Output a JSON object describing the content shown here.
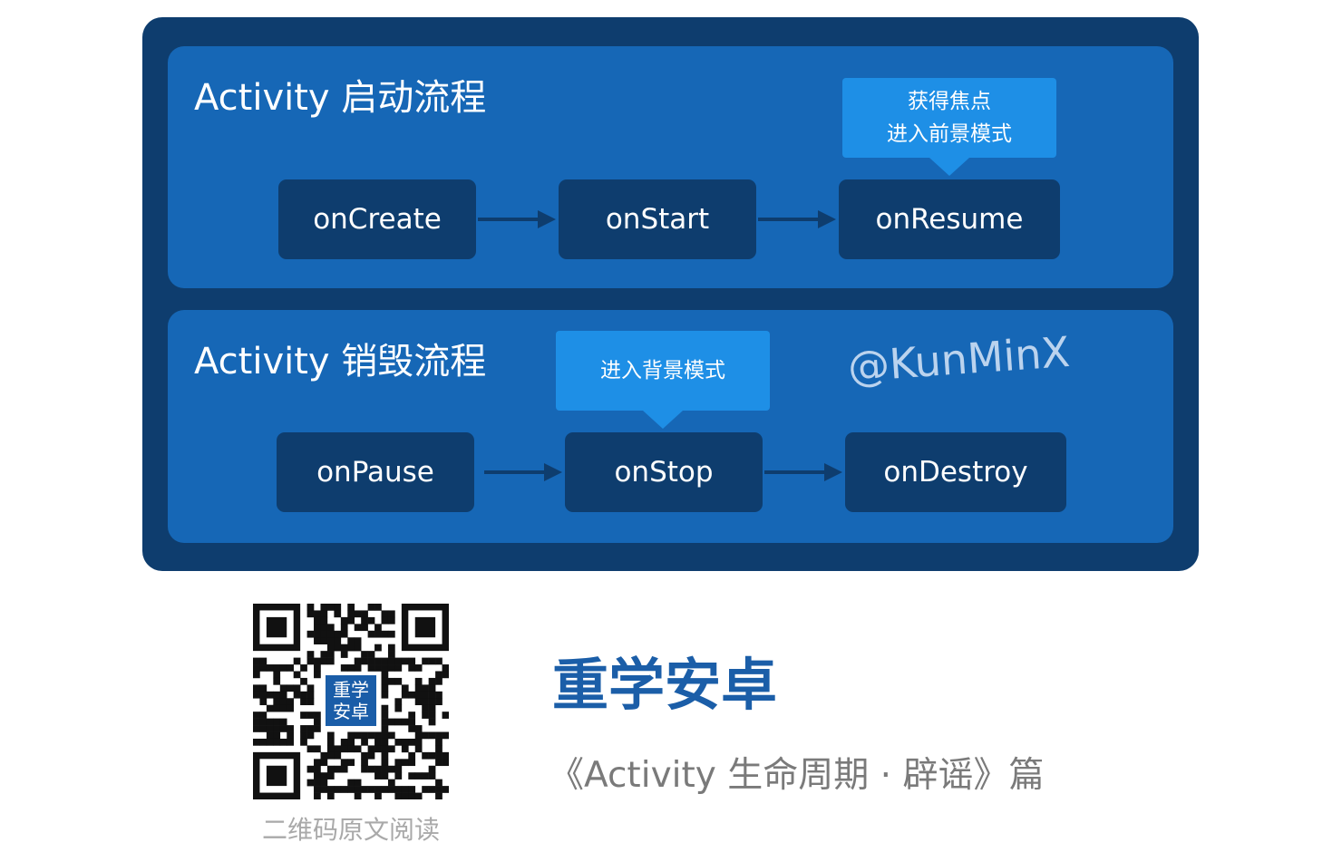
{
  "start_flow": {
    "title": "Activity 启动流程",
    "nodes": [
      "onCreate",
      "onStart",
      "onResume"
    ],
    "callout_lines": [
      "获得焦点",
      "进入前景模式"
    ]
  },
  "destroy_flow": {
    "title": "Activity 销毁流程",
    "nodes": [
      "onPause",
      "onStop",
      "onDestroy"
    ],
    "callout_lines": [
      "进入背景模式"
    ]
  },
  "watermark": "@KunMinX",
  "footer": {
    "qr_logo_lines": [
      "重学",
      "安卓"
    ],
    "qr_caption": "二维码原文阅读",
    "brand": "重学安卓",
    "subtitle": "《Activity 生命周期 · 辟谣》篇"
  },
  "colors": {
    "outer_bg": "#0e3d6e",
    "panel_bg": "#1667b6",
    "node_bg": "#0e3d6e",
    "callout_bg": "#1e8fe6",
    "brand": "#1b5ea8"
  }
}
